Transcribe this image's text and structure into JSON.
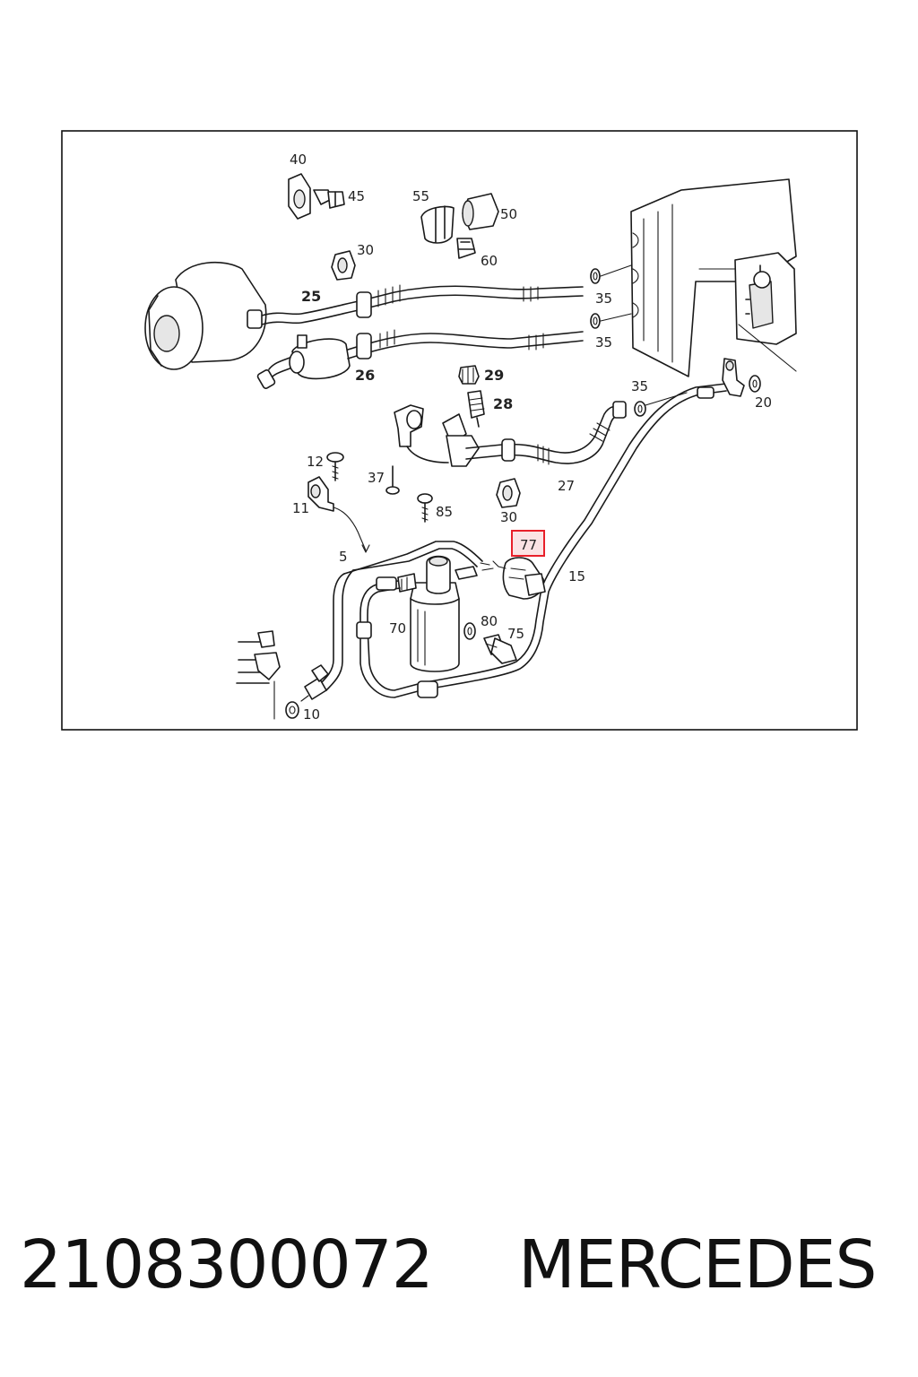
{
  "diagram": {
    "callouts": {
      "c40": "40",
      "c45": "45",
      "c55": "55",
      "c50": "50",
      "c30a": "30",
      "c60": "60",
      "c25": "25",
      "c35a": "35",
      "c35b": "35",
      "c26": "26",
      "c29": "29",
      "c28": "28",
      "c35c": "35",
      "c20": "20",
      "c12": "12",
      "c37": "37",
      "c11": "11",
      "c85": "85",
      "c30b": "30",
      "c27": "27",
      "c5": "5",
      "c77": "77",
      "c15": "15",
      "c70": "70",
      "c80": "80",
      "c75": "75",
      "c10": "10"
    },
    "highlighted_callout": "77",
    "highlight_color": "#e8202a"
  },
  "caption": {
    "part_number": "2108300072",
    "brand": "MERCEDES"
  }
}
